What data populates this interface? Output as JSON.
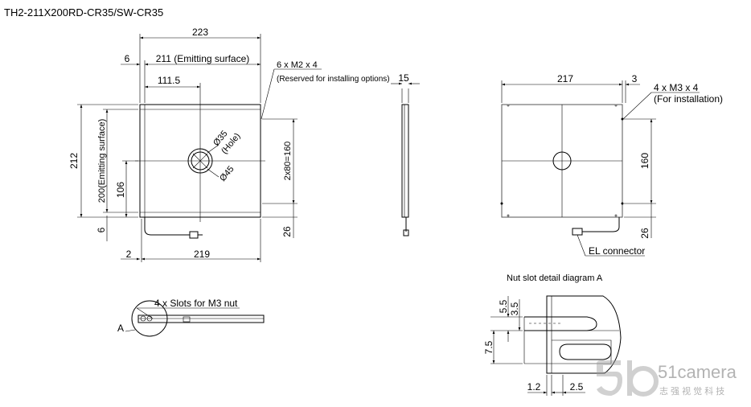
{
  "title": "TH2-211X200RD-CR35/SW-CR35",
  "front_view": {
    "width_total": "223",
    "left_margin": "6",
    "emitting_width": "211 (Emitting surface)",
    "half_width": "111.5",
    "screw_note_1": "6 x M2 x 4",
    "screw_note_2": "(Reserved for installing options)",
    "height_total": "212",
    "emitting_height": "200(Emitting surface)",
    "half_height": "106",
    "bottom_margin": "6",
    "hole_diam": "Ø35",
    "hole_label": "(Hole)",
    "outer_diam": "Ø45",
    "pitch": "2x80=160",
    "cable_offset": "26",
    "bottom_left": "2",
    "bottom_width": "219"
  },
  "side_view": {
    "thickness": "15"
  },
  "back_view": {
    "width": "217",
    "edge": "3",
    "screw_note_1": "4 x M3 x 4",
    "screw_note_2": "(For installation)",
    "pitch": "160",
    "cable_offset": "26",
    "connector": "EL connector"
  },
  "bottom_view": {
    "slots_note": "4 x Slots for M3 nut",
    "detail_label": "A"
  },
  "detail": {
    "title": "Nut slot detail diagram A",
    "dim_1": "5.5",
    "dim_2": "3.5",
    "dim_3": "7.5",
    "dim_4": "1.2",
    "dim_5": "2.5"
  },
  "watermark": {
    "brand": "51camera",
    "sub": "志 强 视 觉 科 技"
  }
}
